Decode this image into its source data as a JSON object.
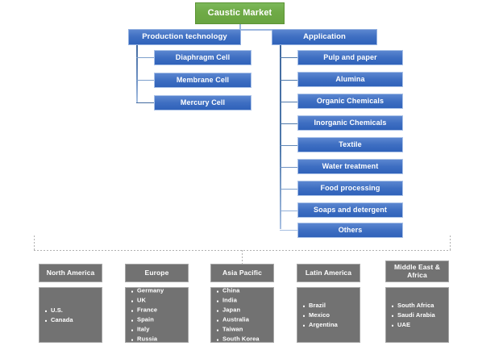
{
  "diagram": {
    "title": "Caustic Market",
    "branches": [
      {
        "label": "Production technology",
        "children": [
          "Diaphragm Cell",
          "Membrane Cell",
          "Mercury Cell"
        ]
      },
      {
        "label": "Application",
        "children": [
          "Pulp and paper",
          "Alumina",
          "Organic Chemicals",
          "Inorganic Chemicals",
          "Textile",
          "Water treatment",
          "Food processing",
          "Soaps and detergent",
          "Others"
        ]
      }
    ],
    "regions": [
      {
        "name": "North America",
        "countries": [
          "U.S.",
          "Canada"
        ]
      },
      {
        "name": "Europe",
        "countries": [
          "Germany",
          "UK",
          "France",
          "Spain",
          "Italy",
          "Russia"
        ]
      },
      {
        "name": "Asia Pacific",
        "countries": [
          "China",
          "India",
          "Japan",
          "Australia",
          "Taiwan",
          "South Korea"
        ]
      },
      {
        "name": "Latin America",
        "countries": [
          "Brazil",
          "Mexico",
          "Argentina"
        ]
      },
      {
        "name": "Middle East & Africa",
        "countries": [
          "South Africa",
          "Saudi Arabia",
          "UAE"
        ]
      }
    ],
    "colors": {
      "root": "#70ad47",
      "branch": "#4472c4",
      "region": "#727272",
      "connector": "#9cb6de",
      "bracket": "#b0b0b0",
      "background": "#ffffff"
    }
  }
}
